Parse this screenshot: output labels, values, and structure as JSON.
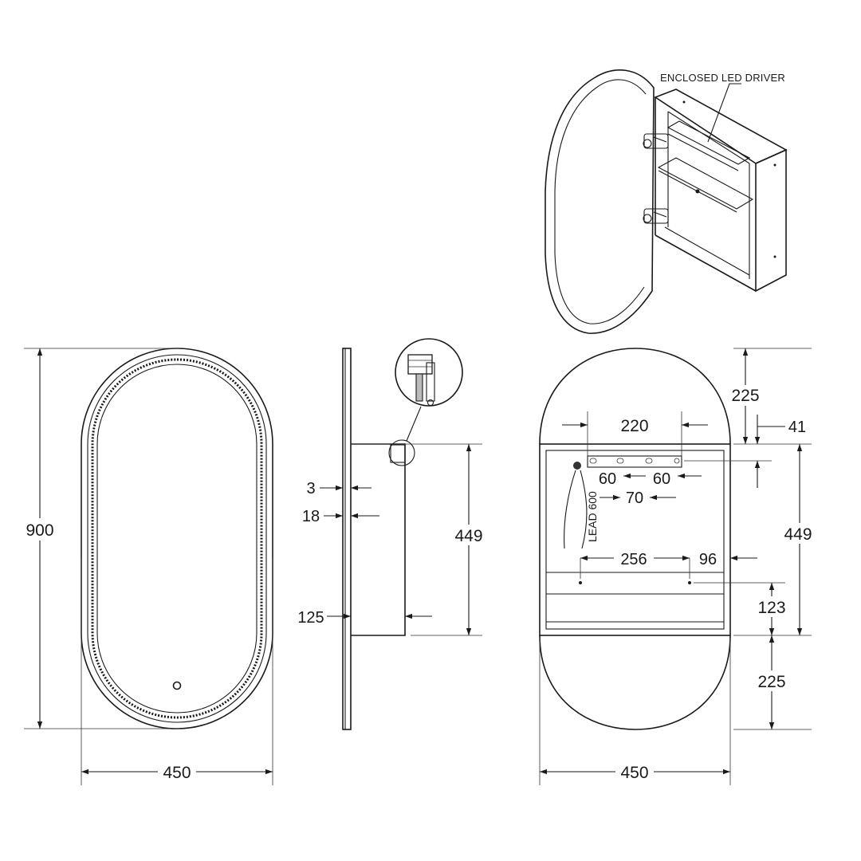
{
  "annotations": {
    "led_driver": "ENCLOSED LED DRIVER",
    "lead": "LEAD 600"
  },
  "front_view": {
    "height": "900",
    "width": "450"
  },
  "side_view": {
    "glass": "3",
    "door": "18",
    "cabinet_height": "449",
    "cabinet_depth": "125"
  },
  "rear_view": {
    "top_cap": "225",
    "bracket_width": "220",
    "top_offset": "41",
    "hole_left": "60",
    "hole_right": "60",
    "hole_spacing": "70",
    "body_height": "449",
    "lower_spacing": "256",
    "lower_right": "96",
    "lower_height": "123",
    "bottom_cap": "225",
    "width": "450"
  }
}
